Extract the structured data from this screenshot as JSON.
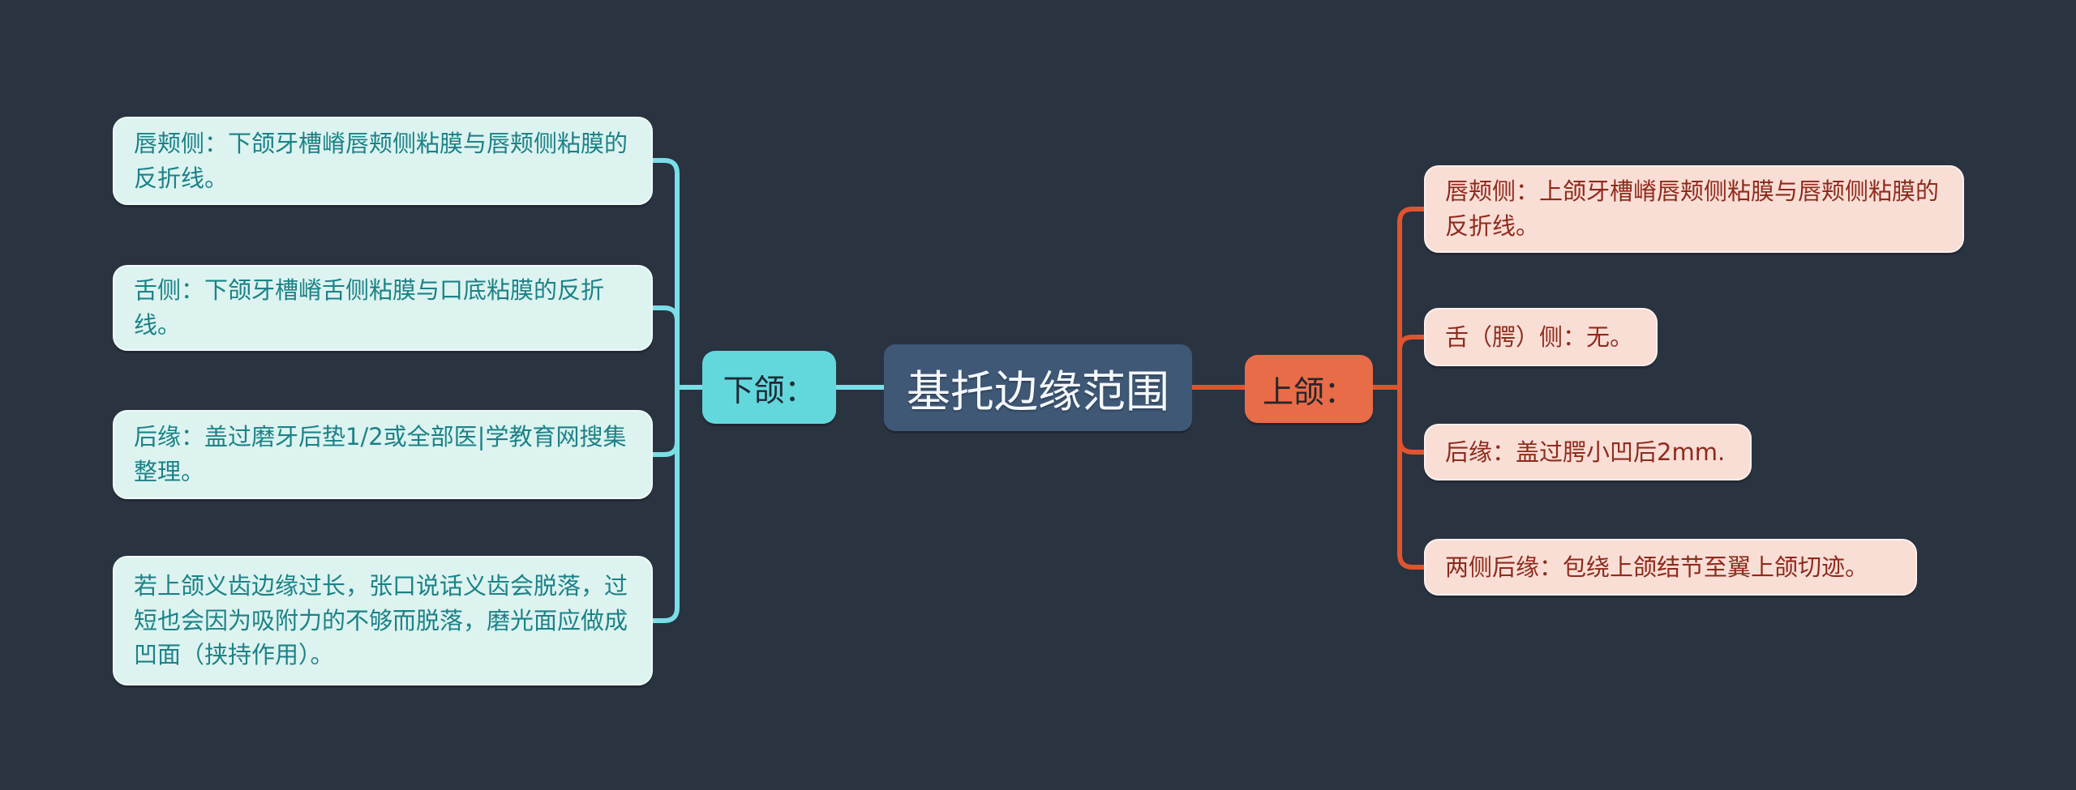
{
  "page": {
    "background": "#2a3340"
  },
  "root": {
    "label": "基托边缘范围",
    "fill": "#3f5876",
    "text_color": "#f5f8fc"
  },
  "left_branch": {
    "label": "下颌：",
    "node_fill": "#63d8dc",
    "node_text_color": "#1f2a36",
    "line_color": "#7adee7",
    "box_fill": "#ddf3f0",
    "box_border": "#effaf9",
    "box_text_color": "#1b8287",
    "children": [
      {
        "text": "唇颊侧：下颌牙槽嵴唇颊侧粘膜与唇颊侧粘膜的反折线。"
      },
      {
        "text": "舌侧：下颌牙槽嵴舌侧粘膜与口底粘膜的反折线。"
      },
      {
        "text": "后缘：盖过磨牙后垫1/2或全部医|学教育网搜集整理。"
      },
      {
        "text": "若上颌义齿边缘过长，张口说话义齿会脱落，过短也会因为吸附力的不够而脱落，磨光面应做成凹面（挟持作用）。"
      }
    ]
  },
  "right_branch": {
    "label": "上颌：",
    "node_fill": "#e96c48",
    "node_text_color": "#26262b",
    "line_color": "#df5430",
    "box_fill": "#f9ded6",
    "box_border": "#fdf0ec",
    "box_text_color": "#8e2b1c",
    "children": [
      {
        "text": "唇颊侧：上颌牙槽嵴唇颊侧粘膜与唇颊侧粘膜的反折线。"
      },
      {
        "text": "舌（腭）侧：无。"
      },
      {
        "text": "后缘：盖过腭小凹后2mm."
      },
      {
        "text": "两侧后缘：包绕上颌结节至翼上颌切迹。"
      }
    ]
  }
}
